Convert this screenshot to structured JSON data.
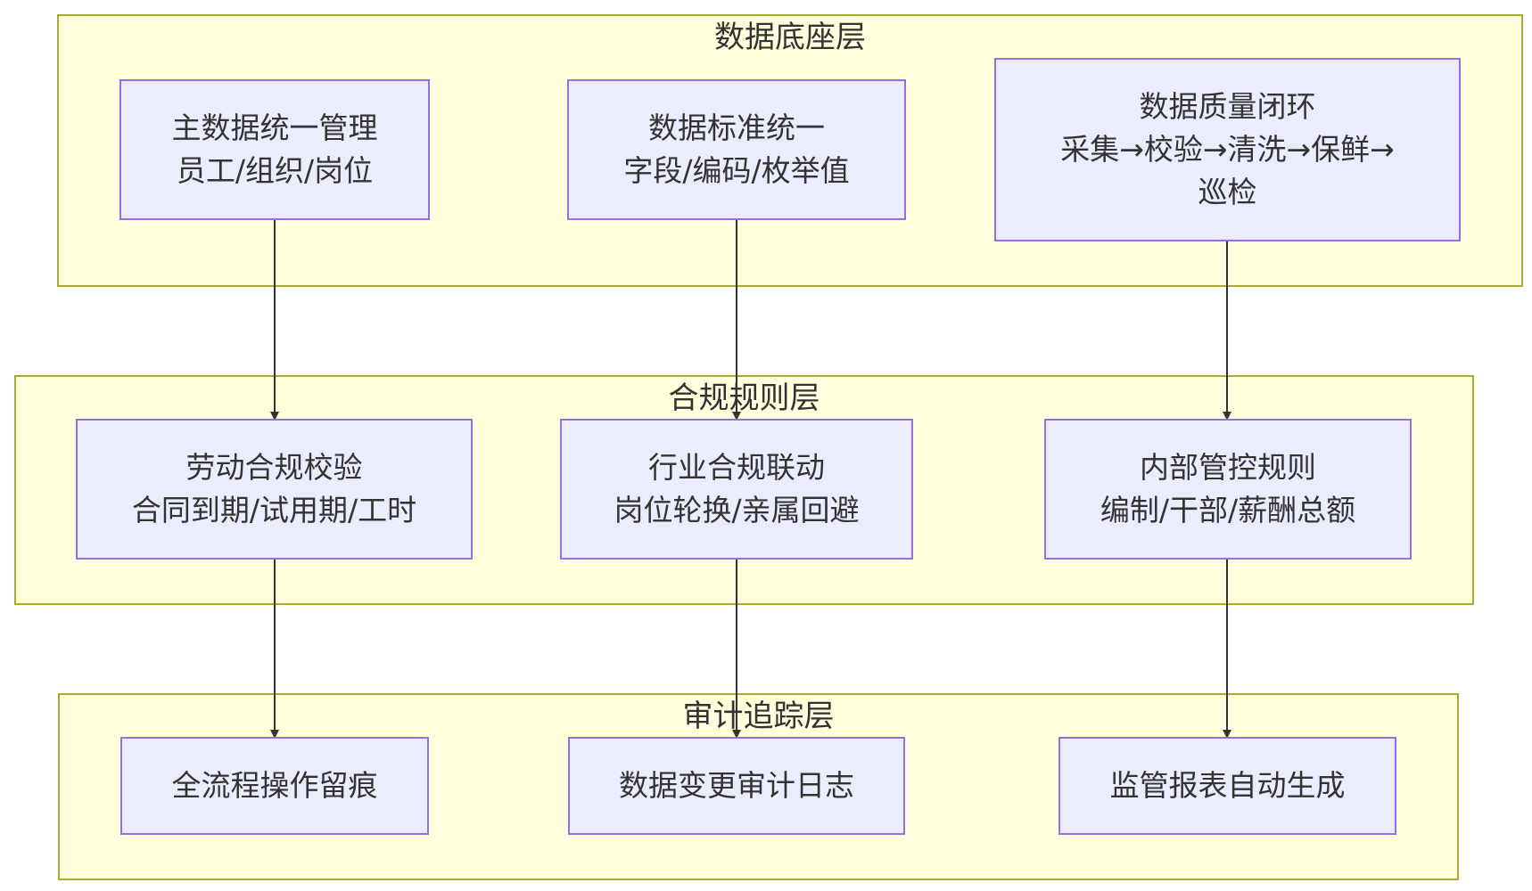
{
  "layers": {
    "data_foundation": {
      "title": "数据底座层",
      "nodes": {
        "master_data": {
          "line1": "主数据统一管理",
          "line2": "员工/组织/岗位"
        },
        "data_standard": {
          "line1": "数据标准统一",
          "line2": "字段/编码/枚举值"
        },
        "data_quality": {
          "line1": "数据质量闭环",
          "line2": "采集→校验→清洗→保鲜→",
          "line3": "巡检"
        }
      }
    },
    "compliance_rules": {
      "title": "合规规则层",
      "nodes": {
        "labor_compliance": {
          "line1": "劳动合规校验",
          "line2": "合同到期/试用期/工时"
        },
        "industry_compliance": {
          "line1": "行业合规联动",
          "line2": "岗位轮换/亲属回避"
        },
        "internal_control": {
          "line1": "内部管控规则",
          "line2": "编制/干部/薪酬总额"
        }
      }
    },
    "audit_tracking": {
      "title": "审计追踪层",
      "nodes": {
        "operation_trace": {
          "line1": "全流程操作留痕"
        },
        "change_audit_log": {
          "line1": "数据变更审计日志"
        },
        "regulatory_report": {
          "line1": "监管报表自动生成"
        }
      }
    }
  },
  "colors": {
    "layer_fill": "#ffffde",
    "layer_border": "#aaaa33",
    "node_fill": "#ececff",
    "node_border": "#9370db",
    "edge": "#333333"
  }
}
